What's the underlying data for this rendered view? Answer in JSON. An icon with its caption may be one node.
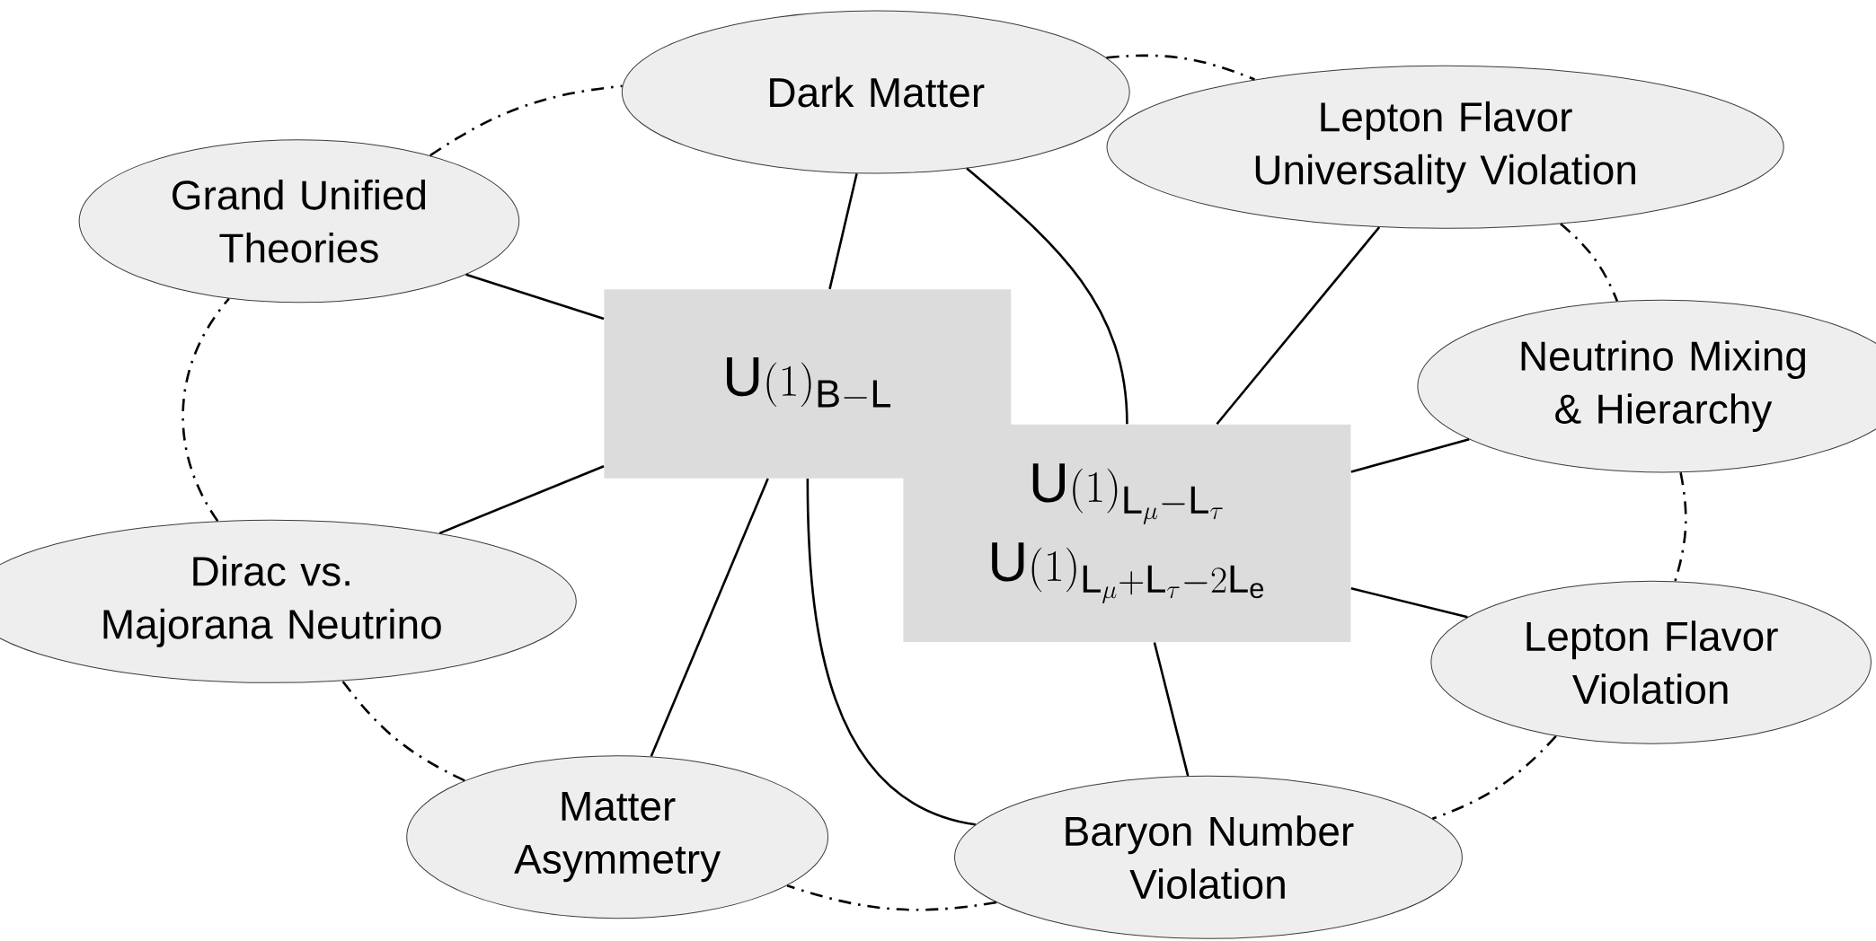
{
  "diagram": {
    "nodes": [
      {
        "text": [
          "Dark Matter"
        ]
      },
      {
        "text": [
          "Lepton Flavor Universality Violation"
        ]
      },
      {
        "text": [
          "Grand Unified Theories"
        ]
      },
      {
        "text": [
          "\\mathsf{U}(1)_{\\mathsf{B}-\\mathsf{L}}"
        ]
      },
      {
        "text": [
          "Neutrino Mixing & Hierarchy"
        ]
      },
      {
        "text": [
          "\\mathsf{U}(1)_{\\mathsf{L}_\\mu-\\mathsf{L}_\\tau}",
          "\\mathsf{U}(1)_{\\mathsf{L}_\\mu+\\mathsf{L}_\\tau-2\\mathsf{L}_\\mathsf{e}}"
        ]
      },
      {
        "text": [
          "Dirac vs. Majorana Neutrino"
        ]
      },
      {
        "text": [
          "Lepton Flavor Violation"
        ]
      },
      {
        "text": [
          "Matter Asymmetry"
        ]
      },
      {
        "text": [
          "Baryon Number Violation"
        ]
      }
    ],
    "edges": [
      {
        "from": 3,
        "to": 0,
        "arrow": "none"
      },
      {
        "from": 3,
        "to": 2,
        "arrow": "none"
      },
      {
        "from": 3,
        "to": 6,
        "arrow": "none"
      },
      {
        "from": 3,
        "to": 8,
        "arrow": "none"
      },
      {
        "from": 3,
        "to": 9,
        "arrow": "none"
      },
      {
        "from": 5,
        "to": 0,
        "arrow": "none"
      },
      {
        "from": 5,
        "to": 1,
        "arrow": "none"
      },
      {
        "from": 5,
        "to": 4,
        "arrow": "none"
      },
      {
        "from": 5,
        "to": 7,
        "arrow": "none"
      },
      {
        "from": 5,
        "to": 9,
        "arrow": "none"
      },
      {
        "from": 0,
        "to": 1,
        "arrow": "none",
        "style": "dashed"
      },
      {
        "from": 1,
        "to": 4,
        "arrow": "none",
        "style": "dashed"
      },
      {
        "from": 4,
        "to": 7,
        "arrow": "none",
        "style": "dashed"
      },
      {
        "from": 7,
        "to": 9,
        "arrow": "none",
        "style": "dashed"
      },
      {
        "from": 9,
        "to": 8,
        "arrow": "none",
        "style": "dashed"
      },
      {
        "from": 8,
        "to": 6,
        "arrow": "none",
        "style": "dashed"
      },
      {
        "from": 6,
        "to": 2,
        "arrow": "none",
        "style": "dashed"
      },
      {
        "from": 2,
        "to": 0,
        "arrow": "none",
        "style": "dashed"
      }
    ]
  }
}
